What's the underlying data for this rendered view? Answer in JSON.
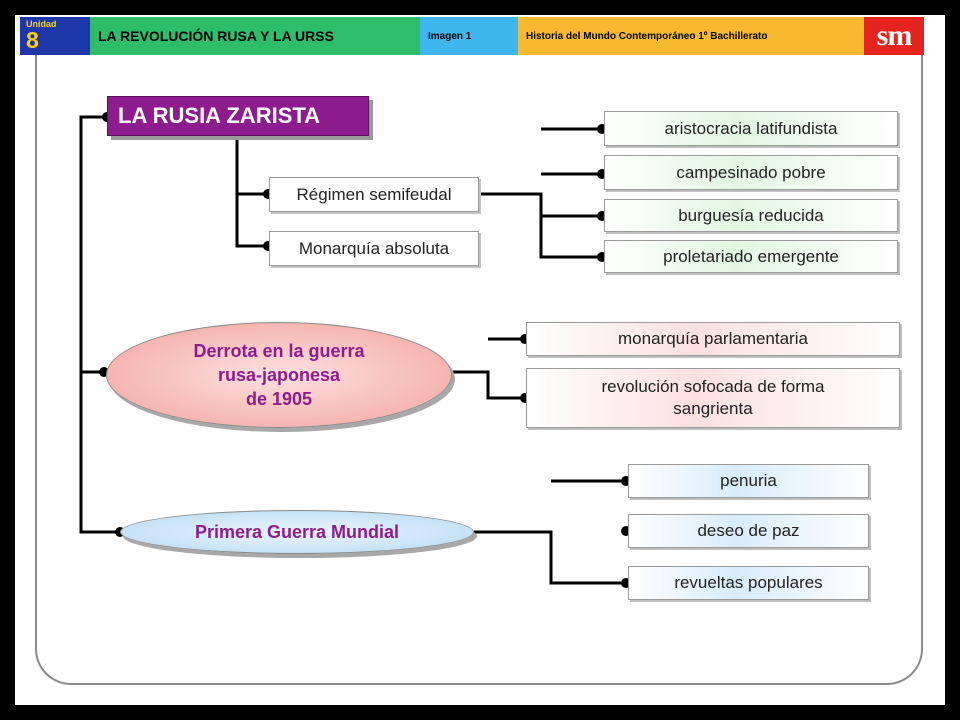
{
  "header": {
    "unit_label": "Unidad",
    "unit_number": "8",
    "title": "LA REVOLUCIÓN RUSA Y LA URSS",
    "image_label": "Imagen 1",
    "book_title": "Historia del Mundo Contemporáneo 1º Bachillerato",
    "logo": "sm"
  },
  "diagram": {
    "root": "LA RUSIA ZARISTA",
    "branch1": {
      "nodes": [
        "Régimen semifeudal",
        "Monarquía absoluta"
      ],
      "social_classes": [
        "aristocracia latifundista",
        "campesinado pobre",
        "burguesía reducida",
        "proletariado emergente"
      ]
    },
    "branch2": {
      "title_lines": [
        "Derrota en la guerra",
        "rusa-japonesa",
        "de 1905"
      ],
      "results": [
        "monarquía parlamentaria",
        "revolución sofocada de forma",
        "sangrienta"
      ]
    },
    "branch3": {
      "title": "Primera Guerra Mundial",
      "results": [
        "penuria",
        "deseo de paz",
        "revueltas populares"
      ]
    }
  },
  "colors": {
    "root_fill": "#8e1c8e",
    "ellipse_text": "#8e1c8e",
    "header_unit": "#1d36a8",
    "header_title": "#2ebd6b",
    "header_image": "#3fb6ee",
    "header_book": "#f7b92f",
    "logo": "#e52420"
  }
}
